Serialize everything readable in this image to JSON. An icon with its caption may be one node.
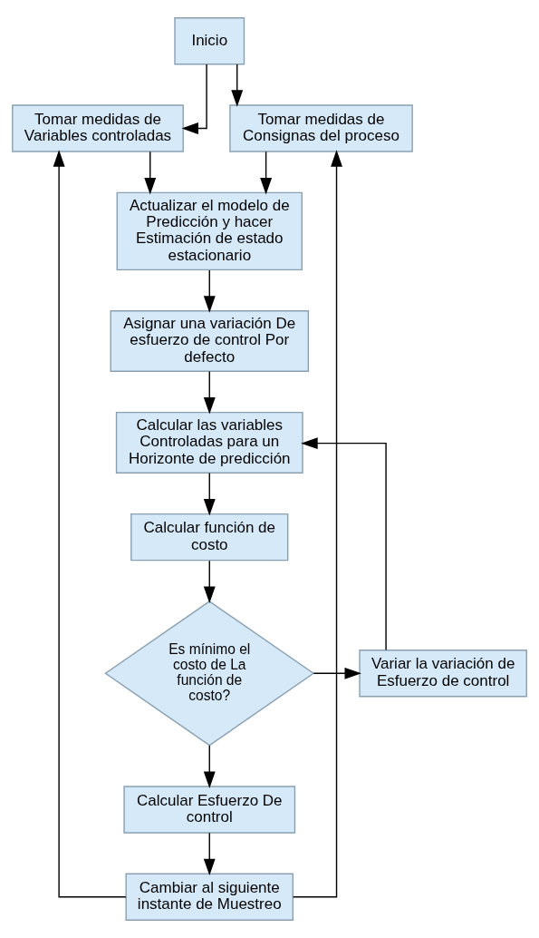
{
  "diagram": {
    "nodes": [
      {
        "text": [
          "Inicio"
        ]
      },
      {
        "text": [
          "Tomar medidas de Variables controladas"
        ]
      },
      {
        "text": [
          "Tomar medidas de Consignas del proceso"
        ]
      },
      {
        "text": [
          "Actualizar el modelo de Predicción y hacer Estimación de estado estacionario"
        ]
      },
      {
        "text": [
          "Asignar una variación De esfuerzo de control Por defecto"
        ]
      },
      {
        "text": [
          "Calcular las variables Controladas para un Horizonte de predicción"
        ]
      },
      {
        "text": [
          "Calcular función de costo"
        ]
      },
      {
        "text": [
          "Es mínimo el costo de La función de costo?"
        ]
      },
      {
        "text": [
          "Variar la variación de Esfuerzo de control"
        ]
      },
      {
        "text": [
          "Calcular Esfuerzo De control"
        ]
      },
      {
        "text": [
          "Cambiar al siguiente instante de Muestreo"
        ]
      }
    ],
    "edges": [
      {
        "from": 0,
        "to": 1,
        "arrow": "to"
      },
      {
        "from": 0,
        "to": 2,
        "arrow": "to"
      },
      {
        "from": 1,
        "to": 3,
        "arrow": "to"
      },
      {
        "from": 2,
        "to": 3,
        "arrow": "to"
      },
      {
        "from": 3,
        "to": 4,
        "arrow": "to"
      },
      {
        "from": 4,
        "to": 5,
        "arrow": "to"
      },
      {
        "from": 5,
        "to": 6,
        "arrow": "to"
      },
      {
        "from": 6,
        "to": 7,
        "arrow": "to"
      },
      {
        "from": 7,
        "to": 8,
        "arrow": "to"
      },
      {
        "from": 8,
        "to": 5,
        "arrow": "to"
      },
      {
        "from": 7,
        "to": 9,
        "arrow": "to"
      },
      {
        "from": 9,
        "to": 10,
        "arrow": "to"
      },
      {
        "from": 10,
        "to": 1,
        "arrow": "to"
      },
      {
        "from": 10,
        "to": 2,
        "arrow": "to"
      }
    ]
  }
}
